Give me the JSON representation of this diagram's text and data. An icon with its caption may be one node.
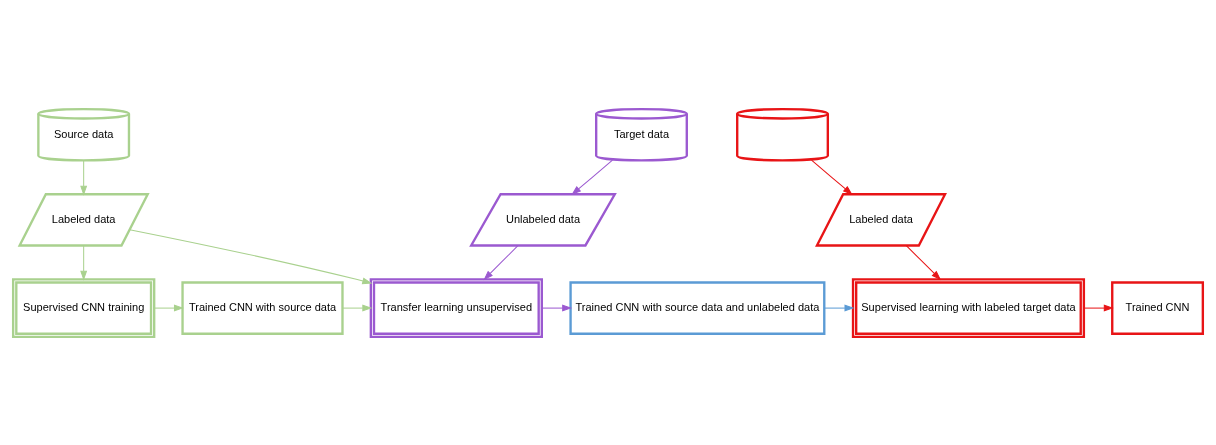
{
  "diagram": {
    "nodes": [
      {
        "text": [
          "Source data"
        ]
      },
      {
        "text": [
          "Target data"
        ]
      },
      {
        "text": [],
        "shape": "cylinder"
      },
      {
        "text": [
          "Labeled data"
        ]
      },
      {
        "text": [
          "Unlabeled data"
        ]
      },
      {
        "text": [
          "Labeled data"
        ]
      },
      {
        "text": [
          "Supervised CNN training"
        ]
      },
      {
        "text": [
          "Trained CNN with source data"
        ]
      },
      {
        "text": [
          "Transfer learning unsupervised"
        ]
      },
      {
        "text": [
          "Trained CNN with source data and unlabeled data"
        ]
      },
      {
        "text": [
          "Supervised learning with labeled target data"
        ]
      },
      {
        "text": [
          "Trained CNN"
        ]
      }
    ],
    "edges": [
      {
        "from": 0,
        "to": 3,
        "arrow": "to",
        "color": "#a9d18e"
      },
      {
        "from": 3,
        "to": 6,
        "arrow": "to",
        "color": "#a9d18e"
      },
      {
        "from": 3,
        "to": 8,
        "arrow": "to",
        "color": "#a9d18e"
      },
      {
        "from": 1,
        "to": 4,
        "arrow": "to",
        "color": "#9b59d0"
      },
      {
        "from": 4,
        "to": 8,
        "arrow": "to",
        "color": "#9b59d0"
      },
      {
        "from": 2,
        "to": 5,
        "arrow": "to",
        "color": "#e81416"
      },
      {
        "from": 5,
        "to": 10,
        "arrow": "to",
        "color": "#e81416"
      },
      {
        "from": 6,
        "to": 7,
        "arrow": "to",
        "color": "#a9d18e"
      },
      {
        "from": 7,
        "to": 8,
        "arrow": "to",
        "color": "#a9d18e"
      },
      {
        "from": 8,
        "to": 9,
        "arrow": "to",
        "color": "#9b59d0"
      },
      {
        "from": 9,
        "to": 10,
        "arrow": "to",
        "color": "#5b9bd5"
      },
      {
        "from": 10,
        "to": 11,
        "arrow": "to",
        "color": "#e81416"
      }
    ]
  }
}
